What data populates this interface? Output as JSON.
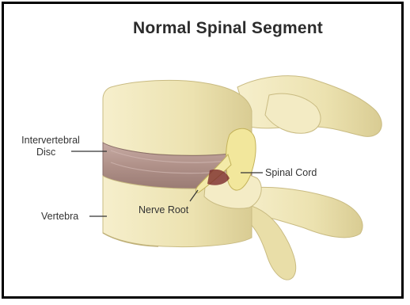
{
  "title": "Normal Spinal Segment",
  "labels": {
    "disc_line1": "Intervertebral",
    "disc_line2": "Disc",
    "spinal_cord": "Spinal Cord",
    "nerve_root": "Nerve Root",
    "vertebra": "Vertebra"
  },
  "colors": {
    "bone": "#efe6b8",
    "bone_shadow": "#cbbf86",
    "disc": "#b59a93",
    "cord": "#f2e79c",
    "text": "#333333",
    "border": "#000000"
  }
}
